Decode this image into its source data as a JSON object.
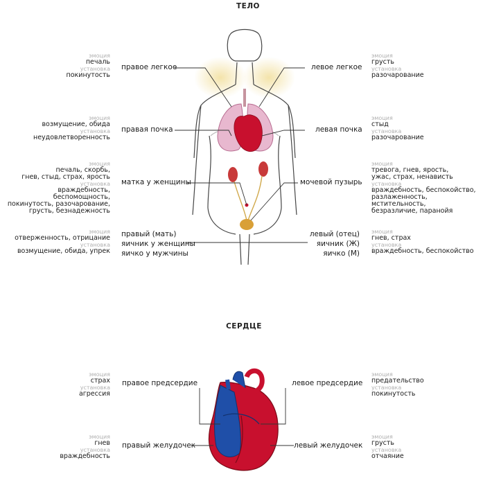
{
  "body_title": "ТЕЛО",
  "heart_title": "СЕРДЦЕ",
  "cap_emotion": "эмоция",
  "cap_attitude": "установка",
  "body_rows": [
    {
      "left_organ": "правое легкое",
      "right_organ": "левое легкое",
      "left_emotion": "печаль",
      "left_attitude": "покинутость",
      "right_emotion": "грусть",
      "right_attitude": "разочарование"
    },
    {
      "left_organ": "правая почка",
      "right_organ": "левая почка",
      "left_emotion": "возмущение, обида",
      "left_attitude": "неудовлетворенность",
      "right_emotion": "стыд",
      "right_attitude": "разочарование"
    },
    {
      "left_organ": "матка у женщины",
      "right_organ": "мочевой пузырь",
      "left_emotion": "печаль, скорбь,\nгнев, стыд, страх, ярость",
      "left_attitude": "враждебность, беспомощность,\nпокинутость, разочарование,\nгрусть, безнадежность",
      "right_emotion": "тревога, гнев, ярость,\nужас, страх, ненависть",
      "right_attitude": "враждебность, беспокойство,\nразлаженность, мстительность,\nбезразличие, паранойя"
    },
    {
      "left_organ": "правый (мать)\nяичник у женщины\nяичко у мужчины",
      "right_organ": "левый (отец)\nяичник (Ж)\nяичко (М)",
      "left_emotion": "отверженность, отрицание",
      "left_attitude": "возмущение, обида, упрек",
      "right_emotion": "гнев, страх",
      "right_attitude": "враждебность, беспокойство"
    }
  ],
  "heart_rows": [
    {
      "left_organ": "правое предсердие",
      "right_organ": "левое предсердие",
      "left_emotion": "страх",
      "left_attitude": "агрессия",
      "right_emotion": "предательство",
      "right_attitude": "покинутость"
    },
    {
      "left_organ": "правый желудочек",
      "right_organ": "левый желудочек",
      "left_emotion": "гнев",
      "left_attitude": "враждебность",
      "right_emotion": "грусть",
      "right_attitude": "отчаяние"
    }
  ],
  "colors": {
    "lung": "#e8b8cf",
    "lung_edge": "#b66a8f",
    "heart_red": "#c8102e",
    "heart_blue": "#1f4fa8",
    "kidney": "#c83a3a",
    "bladder": "#d9a037",
    "halo": "#f3e2a6",
    "line": "#333333"
  }
}
